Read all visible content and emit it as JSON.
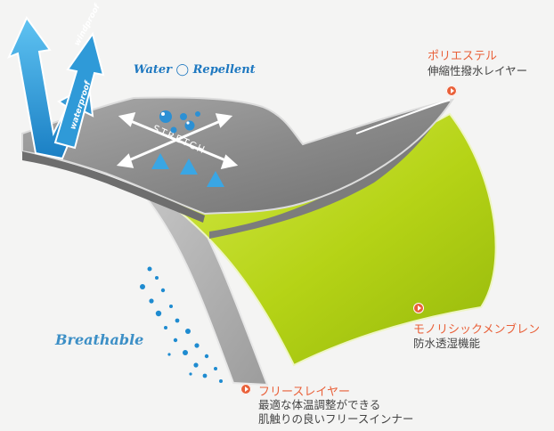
{
  "colors": {
    "accent": "#e9613a",
    "arrow_blue": "#1e8bd0",
    "membrane_green": "#b6d416",
    "shell_gray": "#8f8f8f"
  },
  "labels": {
    "water_repellent": "Water ◯ Repellent",
    "stretch": "STRETCH",
    "windproof": "windproof",
    "waterproof": "waterproof",
    "breathable": "Breathable"
  },
  "callouts": {
    "polyester": {
      "title": "ポリエステル",
      "desc": [
        "伸縮性撥水レイヤー"
      ]
    },
    "membrane": {
      "title": "モノリシックメンブレン",
      "desc": [
        "防水透湿機能"
      ]
    },
    "fleece": {
      "title": "フリースレイヤー",
      "desc": [
        "最適な体温調整ができる",
        "肌触りの良いフリースインナー"
      ]
    }
  }
}
